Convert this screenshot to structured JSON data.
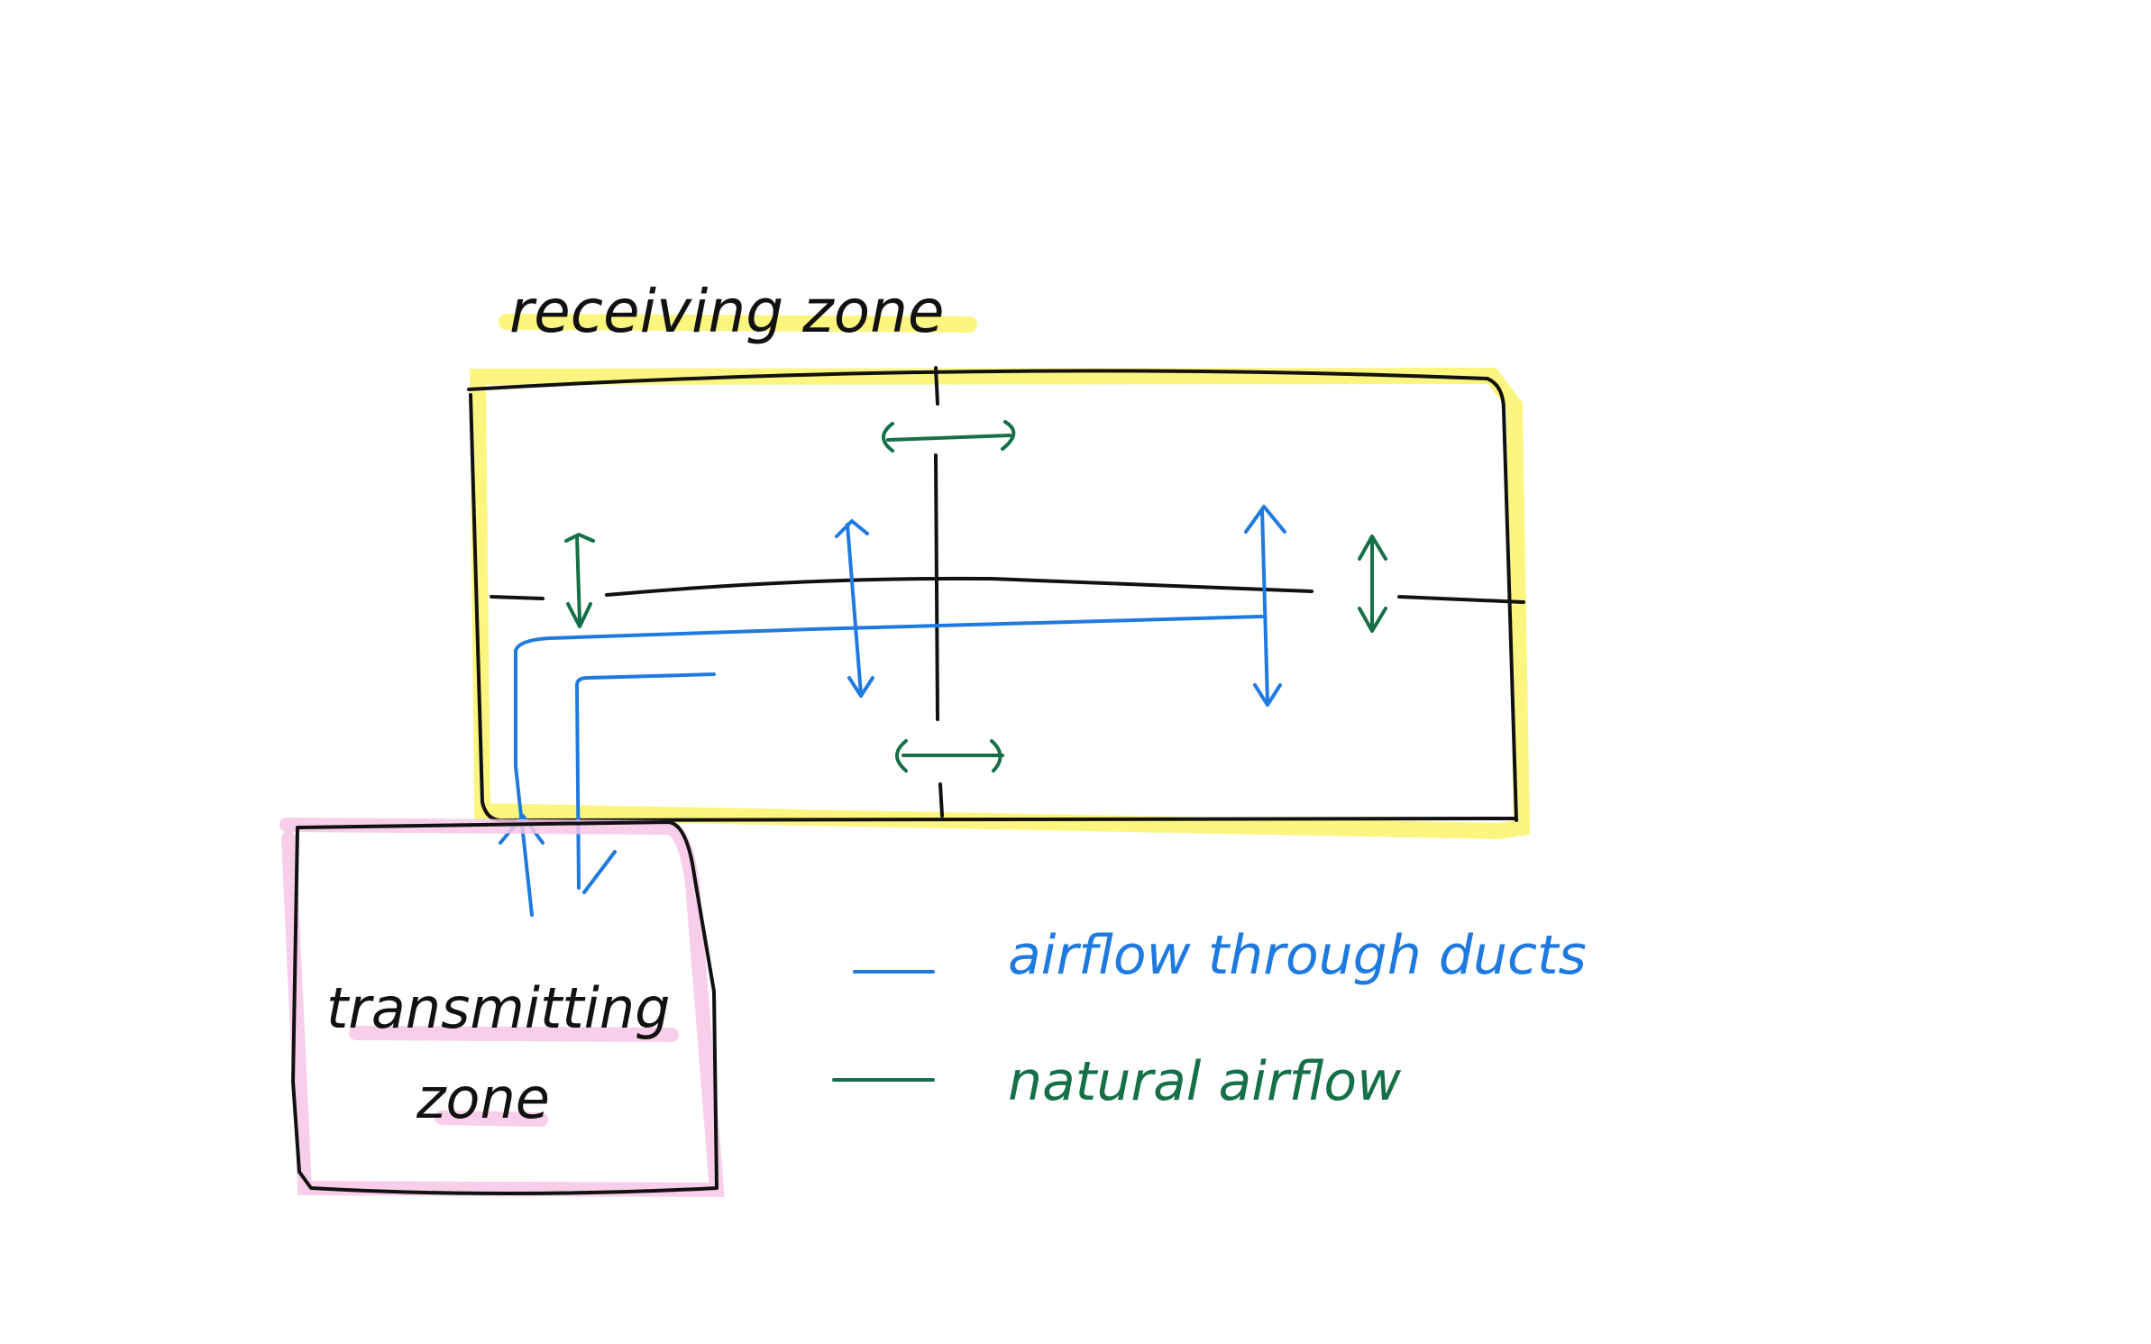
{
  "labels": {
    "receiving_zone": "receiving zone",
    "transmitting_zone_line1": "transmitting",
    "transmitting_zone_line2": "zone"
  },
  "legend": {
    "ducts": "airflow through ducts",
    "natural": "natural airflow"
  },
  "colors": {
    "ducts": "#1f7ae0",
    "natural": "#157049",
    "receiving_highlight": "#fbf56a",
    "transmitting_highlight": "#f7c6e6",
    "outline": "#111111"
  }
}
